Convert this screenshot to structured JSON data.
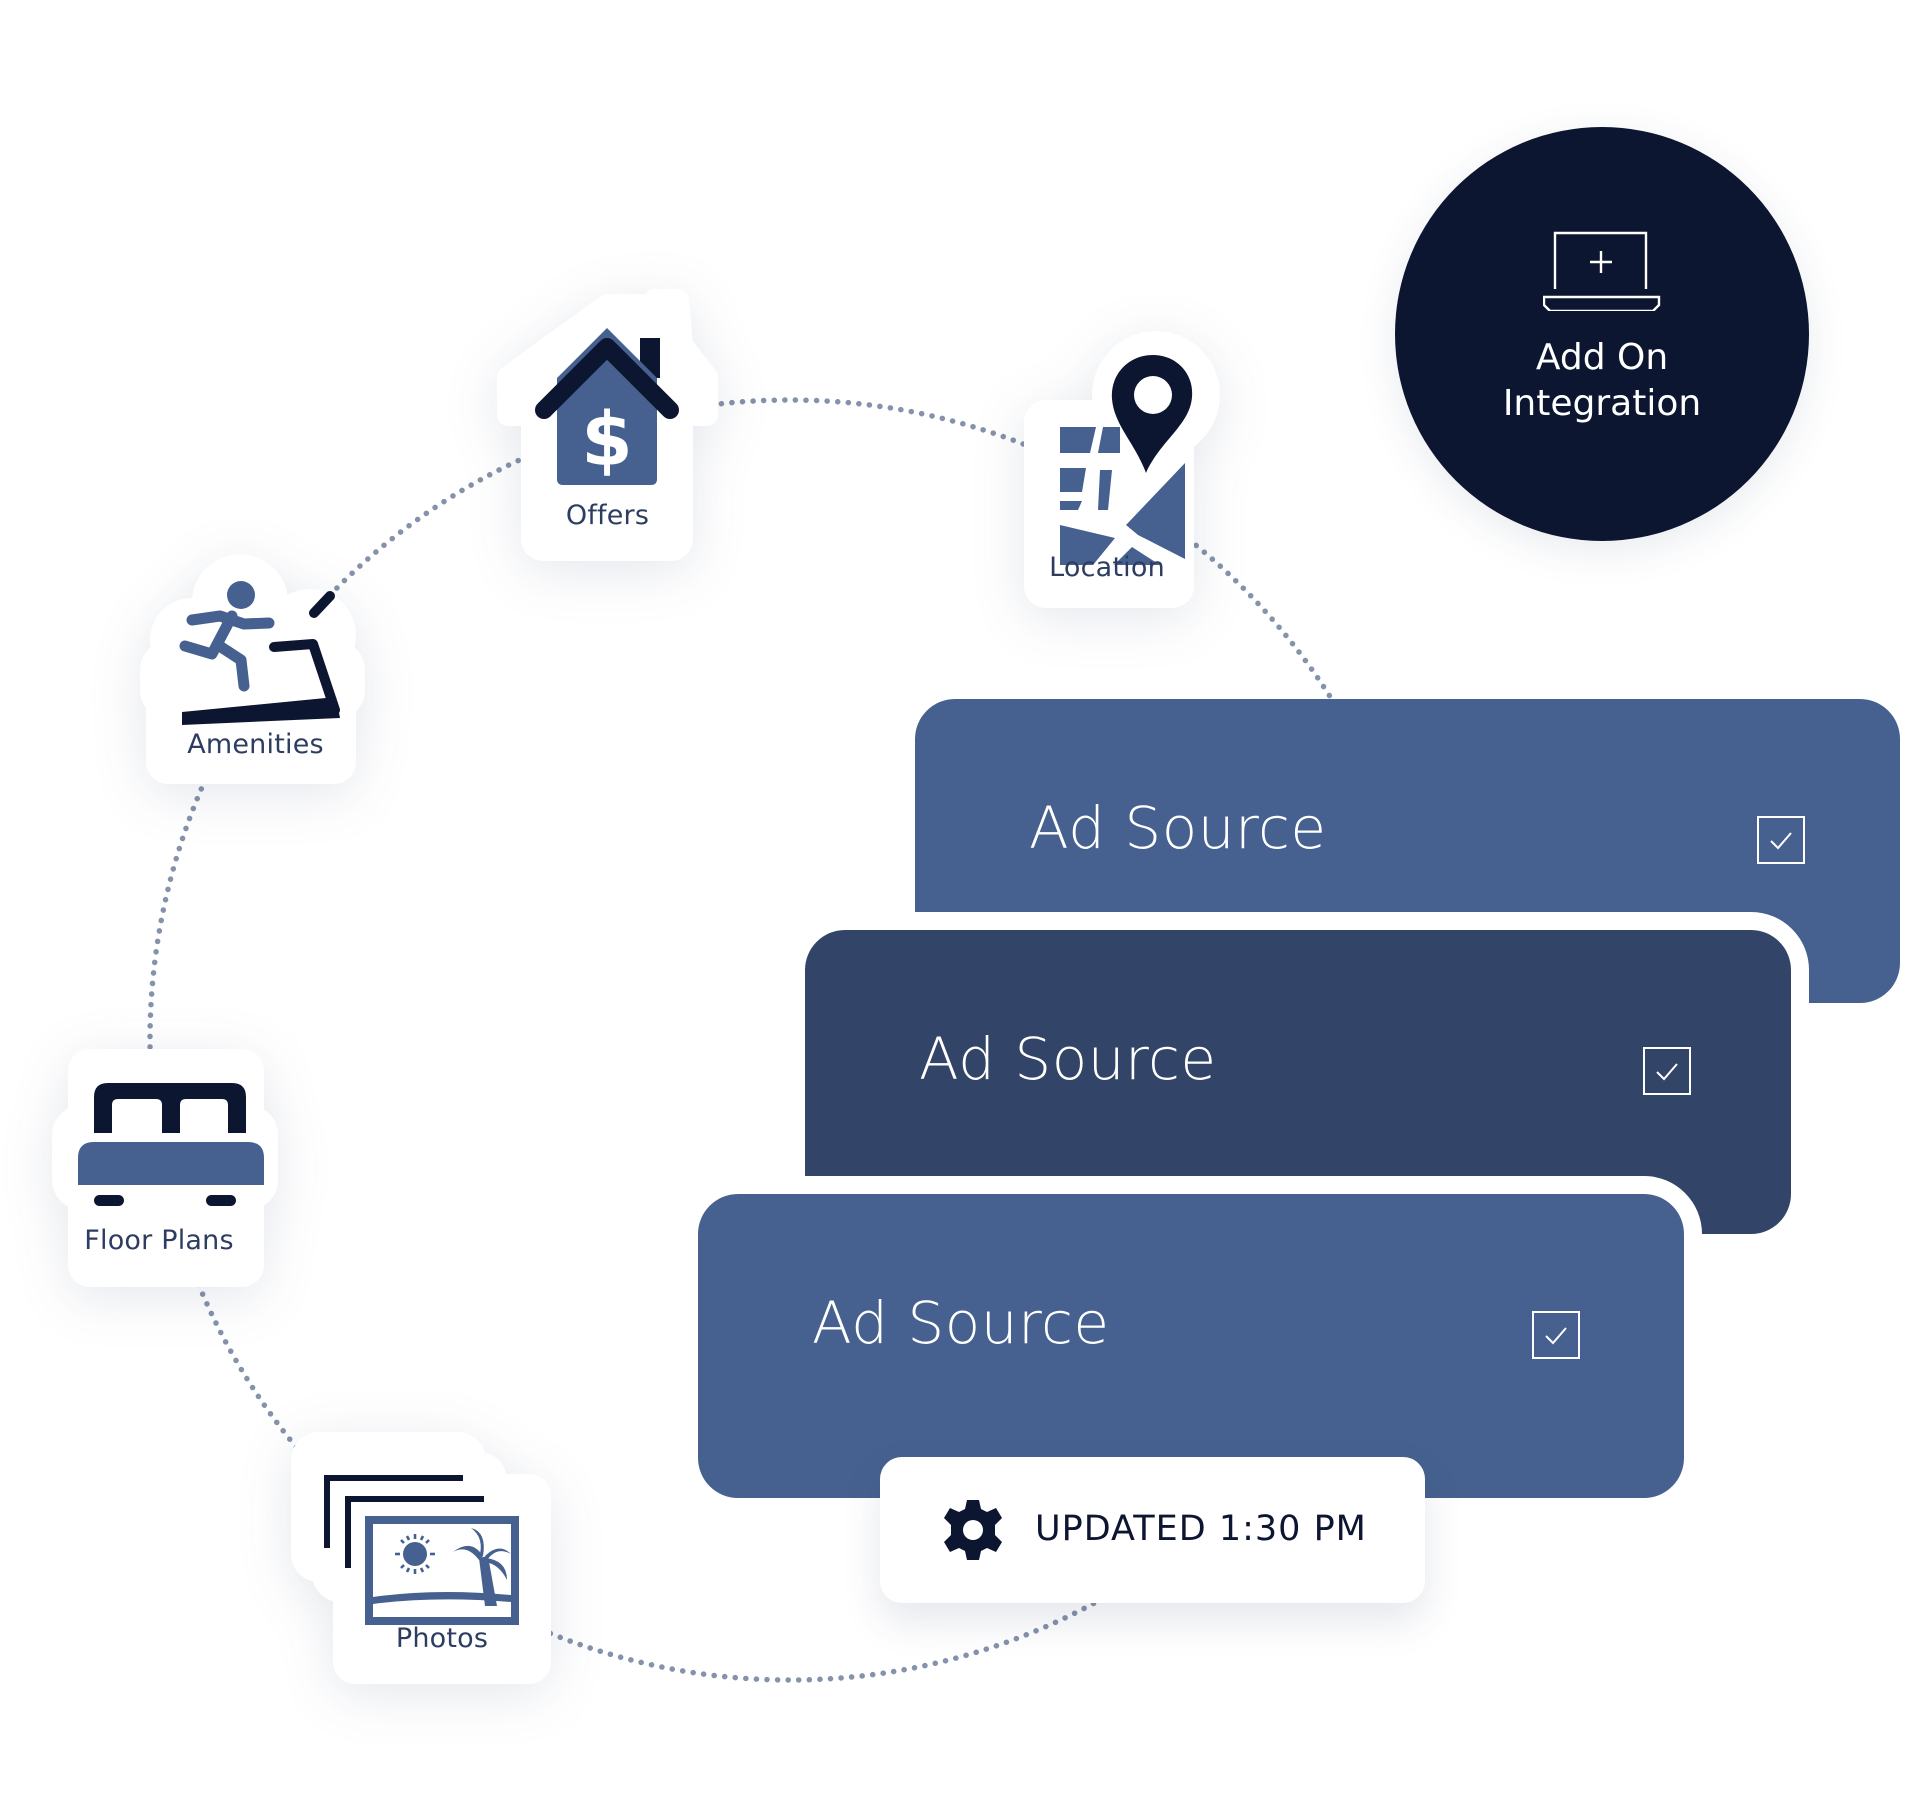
{
  "diagram": {
    "title": "Integration feature orbit",
    "colors": {
      "navy": "#0c1631",
      "primary_blue": "#46618f",
      "dark_blue": "#324467",
      "dot": "#8592ab",
      "label": "#2d3d61"
    }
  },
  "features": [
    {
      "id": "offers",
      "label": "Offers",
      "icon": "house-dollar-icon"
    },
    {
      "id": "location",
      "label": "Location",
      "icon": "map-pin-icon"
    },
    {
      "id": "amenities",
      "label": "Amenities",
      "icon": "treadmill-runner-icon"
    },
    {
      "id": "floor_plans",
      "label": "Floor Plans",
      "icon": "bed-icon"
    },
    {
      "id": "photos",
      "label": "Photos",
      "icon": "photo-stack-icon"
    }
  ],
  "add_on": {
    "line1": "Add On",
    "line2": "Integration",
    "icon": "laptop-plus-icon"
  },
  "ad_sources": [
    {
      "label": "Ad Source",
      "checked": true
    },
    {
      "label": "Ad Source",
      "checked": true
    },
    {
      "label": "Ad Source",
      "checked": true
    }
  ],
  "status": {
    "text": "UPDATED 1:30 PM",
    "icon": "gear-icon"
  }
}
